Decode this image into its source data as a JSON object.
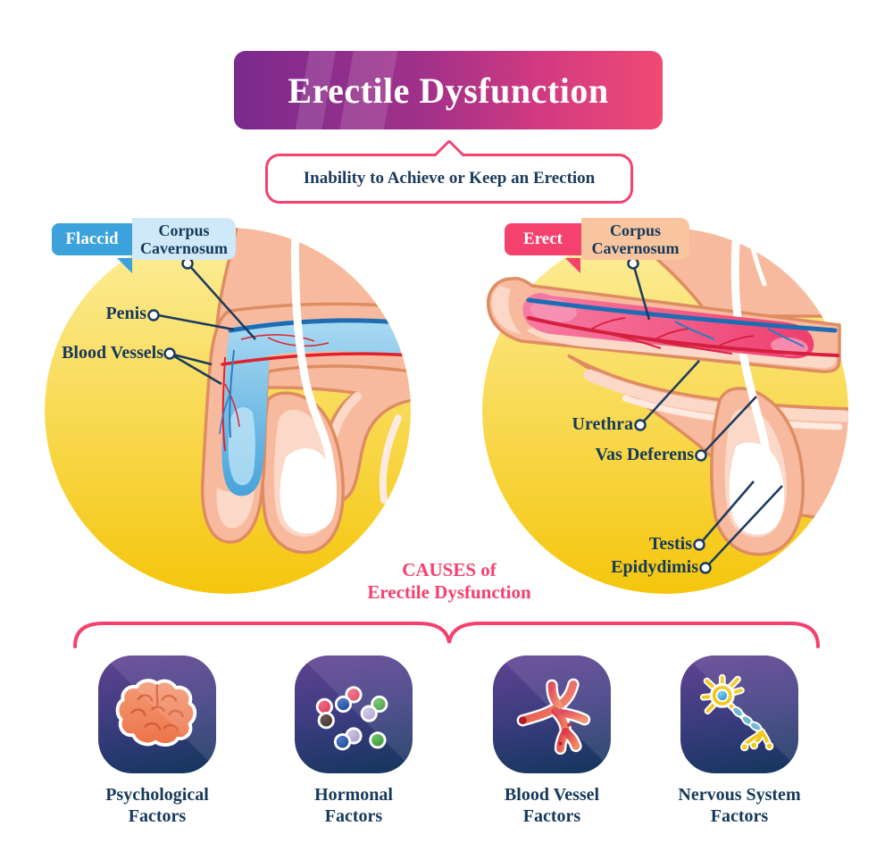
{
  "header": {
    "title": "Erectile Dysfunction",
    "subtitle": "Inability to Achieve or Keep an Erection"
  },
  "flaccid_diagram": {
    "state_tag": "Flaccid",
    "region_tag_line1": "Corpus",
    "region_tag_line2": "Cavernosum",
    "labels": [
      "Penis",
      "Blood Vessels"
    ]
  },
  "erect_diagram": {
    "state_tag": "Erect",
    "region_tag_line1": "Corpus",
    "region_tag_line2": "Cavernosum",
    "labels": [
      "Urethra",
      "Vas Deferens",
      "Testis",
      "Epidydimis"
    ]
  },
  "causes": {
    "title_line1": "CAUSES of",
    "title_line2": "Erectile Dysfunction",
    "factors": [
      {
        "icon": "brain-icon",
        "line1": "Psychological",
        "line2": "Factors"
      },
      {
        "icon": "hormone-molecules-icon",
        "line1": "Hormonal",
        "line2": "Factors"
      },
      {
        "icon": "blood-vessel-icon",
        "line1": "Blood Vessel",
        "line2": "Factors"
      },
      {
        "icon": "neuron-icon",
        "line1": "Nervous System",
        "line2": "Factors"
      }
    ]
  },
  "colors": {
    "banner_gradient_start": "#7A2A8E",
    "banner_gradient_end": "#F04A74",
    "accent_pink": "#F4416E",
    "navy_text": "#16395B",
    "flaccid_tag_blue": "#3BA2DB",
    "flaccid_region_bg": "#CFE9F8",
    "erect_region_bg": "#F8C59F",
    "circle_yellow_top": "#FCEE9C",
    "circle_yellow_bottom": "#F5C60D",
    "skin": "#F8BA9E",
    "skin_outline": "#DE8C61",
    "corpus_flaccid_blue": "#7CC3E8",
    "corpus_erect_pink": "#F2537F",
    "vein_blue": "#1E6CB2",
    "artery_red": "#E0202C",
    "tile_gradient_top": "#5E4190",
    "tile_gradient_bottom": "#16365F"
  }
}
